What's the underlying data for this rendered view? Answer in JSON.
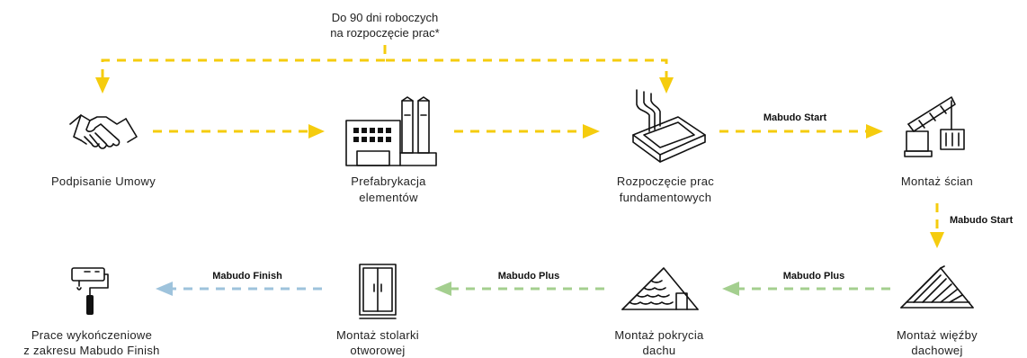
{
  "note": {
    "line1": "Do 90 dni roboczych",
    "line2": "na rozpoczęcie prac*"
  },
  "steps": [
    {
      "line1": "Podpisanie Umowy",
      "line2": "",
      "icon": "handshake-icon"
    },
    {
      "line1": "Prefabrykacja",
      "line2": "elementów",
      "icon": "factory-icon"
    },
    {
      "line1": "Rozpoczęcie prac",
      "line2": "fundamentowych",
      "icon": "foundation-pour-icon"
    },
    {
      "line1": "Montaż ścian",
      "line2": "",
      "icon": "crane-container-icon"
    },
    {
      "line1": "Montaż więźby",
      "line2": "dachowej",
      "icon": "roof-truss-icon"
    },
    {
      "line1": "Montaż pokrycia",
      "line2": "dachu",
      "icon": "roof-tiles-icon"
    },
    {
      "line1": "Montaż stolarki",
      "line2": "otworowej",
      "icon": "window-icon"
    },
    {
      "line1": "Prace wykończeniowe",
      "line2": "z zakresu Mabudo Finish",
      "icon": "paint-roller-icon"
    }
  ],
  "connectors": [
    {
      "label": "Mabudo Start"
    },
    {
      "label": "Mabudo Start"
    },
    {
      "label": "Mabudo Plus"
    },
    {
      "label": "Mabudo Plus"
    },
    {
      "label": "Mabudo Finish"
    }
  ],
  "colors": {
    "start": "#f5cc0e",
    "plus": "#a4cf8f",
    "finish": "#9ec3dc"
  }
}
